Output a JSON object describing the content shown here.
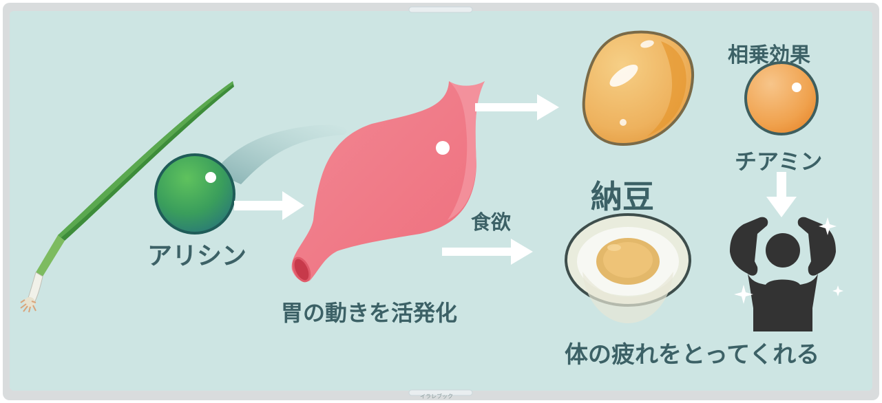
{
  "labels": {
    "allicin": "アリシン",
    "stomach_activation": "胃の動きを活発化",
    "appetite": "食欲",
    "natto": "納豆",
    "synergy": "相乗効果",
    "thiamine": "チアミン",
    "fatigue_relief": "体の疲れをとってくれる",
    "watermark": "イラレブック"
  },
  "icons": [
    "green-onion-icon",
    "allicin-sphere-icon",
    "stomach-icon",
    "soybean-icon",
    "thiamine-sphere-icon",
    "natto-rice-bowl-icon",
    "strong-person-icon",
    "sparkle-icon",
    "arrow-right-icon",
    "arrow-down-icon"
  ],
  "colors": {
    "background": "#cde5e3",
    "frame": "#d3d7d8",
    "text": "#3c6166",
    "arrow": "#ffffff",
    "stomach": "#f27d8a",
    "allicin_green": "#3ea65a",
    "soybean_orange": "#f0b35a",
    "person": "#333333"
  }
}
